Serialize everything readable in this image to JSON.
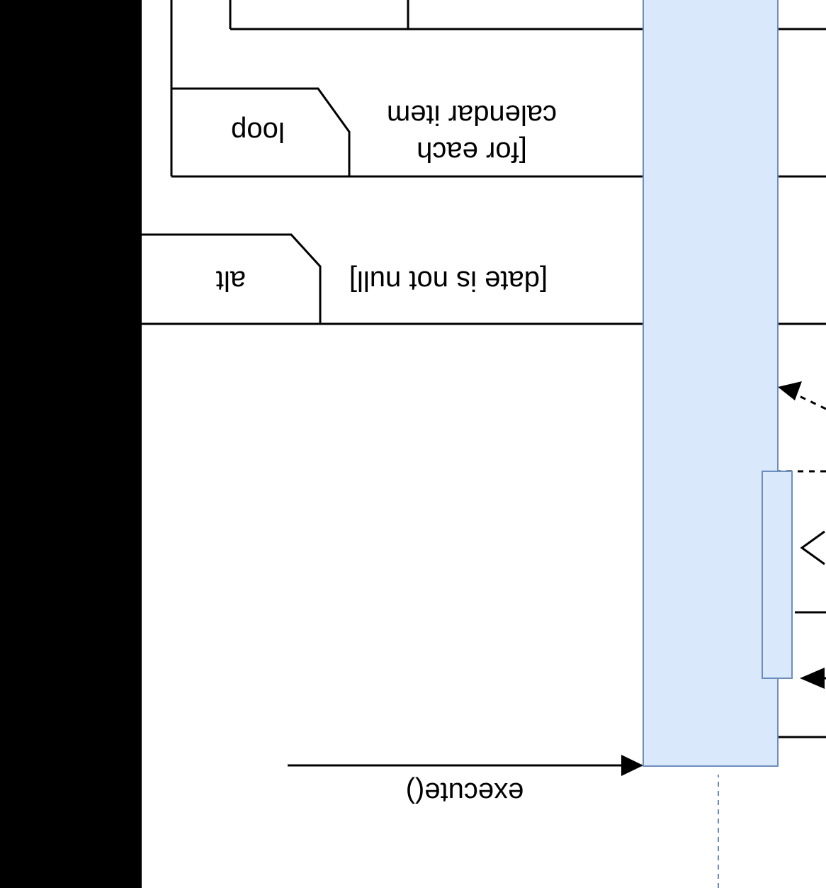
{
  "diagram": {
    "message_label": "execute()",
    "frames": [
      {
        "operator": "alt",
        "guard": "[date is not null]"
      },
      {
        "operator": "loop",
        "guard_line1": "[for each",
        "guard_line2": "calendar item"
      }
    ],
    "colors": {
      "activation_fill": "#dae8fc",
      "activation_stroke": "#6c8ebf",
      "line": "#000000",
      "background": "#000000"
    }
  }
}
